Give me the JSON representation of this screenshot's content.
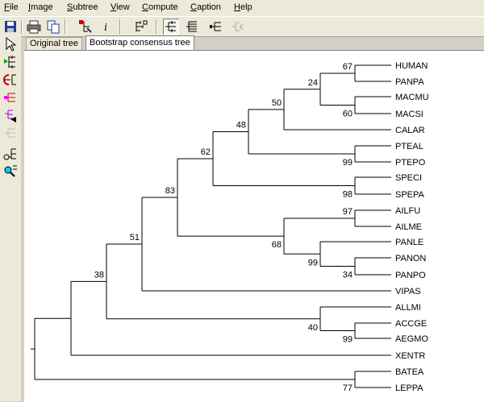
{
  "menu": [
    "File",
    "Image",
    "Subtree",
    "View",
    "Compute",
    "Caption",
    "Help"
  ],
  "toolbar_icons": [
    "save-icon",
    "print-icon",
    "copy-icon",
    "zoom-tree-icon",
    "info-icon",
    "tree-layout-icon",
    "rectangular-tree-icon",
    "compact-tree-icon",
    "radial-tree-icon",
    "disabled-tree-icon"
  ],
  "left_tools": [
    "select-arrow-icon",
    "add-branch-icon",
    "swap-branch-icon",
    "collapse-subtree-icon",
    "reroot-icon",
    "disabled-subtree-icon",
    "branch-length-icon",
    "find-node-icon"
  ],
  "tabs": [
    {
      "label": "Original tree",
      "active": false
    },
    {
      "label": "Bootstrap consensus tree",
      "active": true
    }
  ],
  "tree": {
    "taxa": [
      "HUMAN",
      "PANPA",
      "MACMU",
      "MACSI",
      "CALAR",
      "PTEAL",
      "PTEPO",
      "SPECI",
      "SPEPA",
      "AILFU",
      "AILME",
      "PANLE",
      "PANON",
      "PANPO",
      "VIPAS",
      "ALLMI",
      "ACCGE",
      "AEGMO",
      "XENTR",
      "BATEA",
      "LEPPA"
    ],
    "bootstrap": [
      "67",
      "24",
      "60",
      "50",
      "48",
      "99",
      "62",
      "98",
      "83",
      "97",
      "68",
      "99",
      "34",
      "51",
      "40",
      "99",
      "38",
      "77"
    ]
  }
}
